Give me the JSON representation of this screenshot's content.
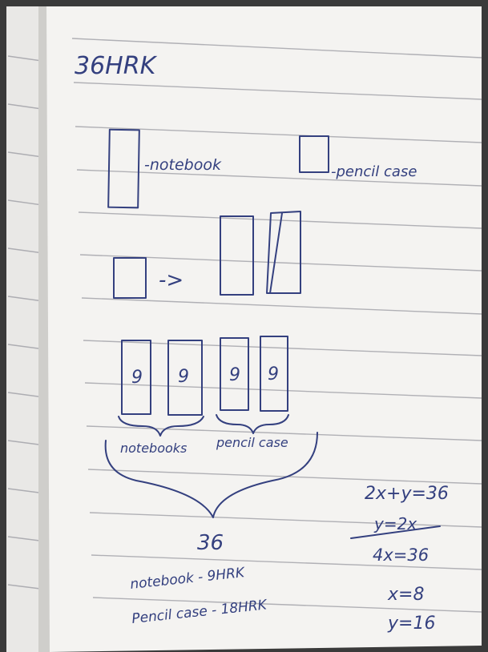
{
  "title": "36HRK",
  "legend": {
    "notebook_label": "-notebook",
    "pencil_case_label": "-pencil case"
  },
  "diagram": {
    "arrow": "->",
    "box_values": [
      "9",
      "9",
      "9",
      "9"
    ],
    "group_label_left": "notebooks",
    "group_label_right": "pencil case",
    "total": "36"
  },
  "answers": {
    "notebook": "notebook - 9HRK",
    "pencil_case": "Pencil case - 18HRK"
  },
  "equations": [
    "2x+y=36",
    "y=2x",
    "4x=36",
    "x=8",
    "y=16"
  ],
  "colors": {
    "ink": "#34407f",
    "paper": "#f4f3f1",
    "rule": "#9a9aa1"
  }
}
